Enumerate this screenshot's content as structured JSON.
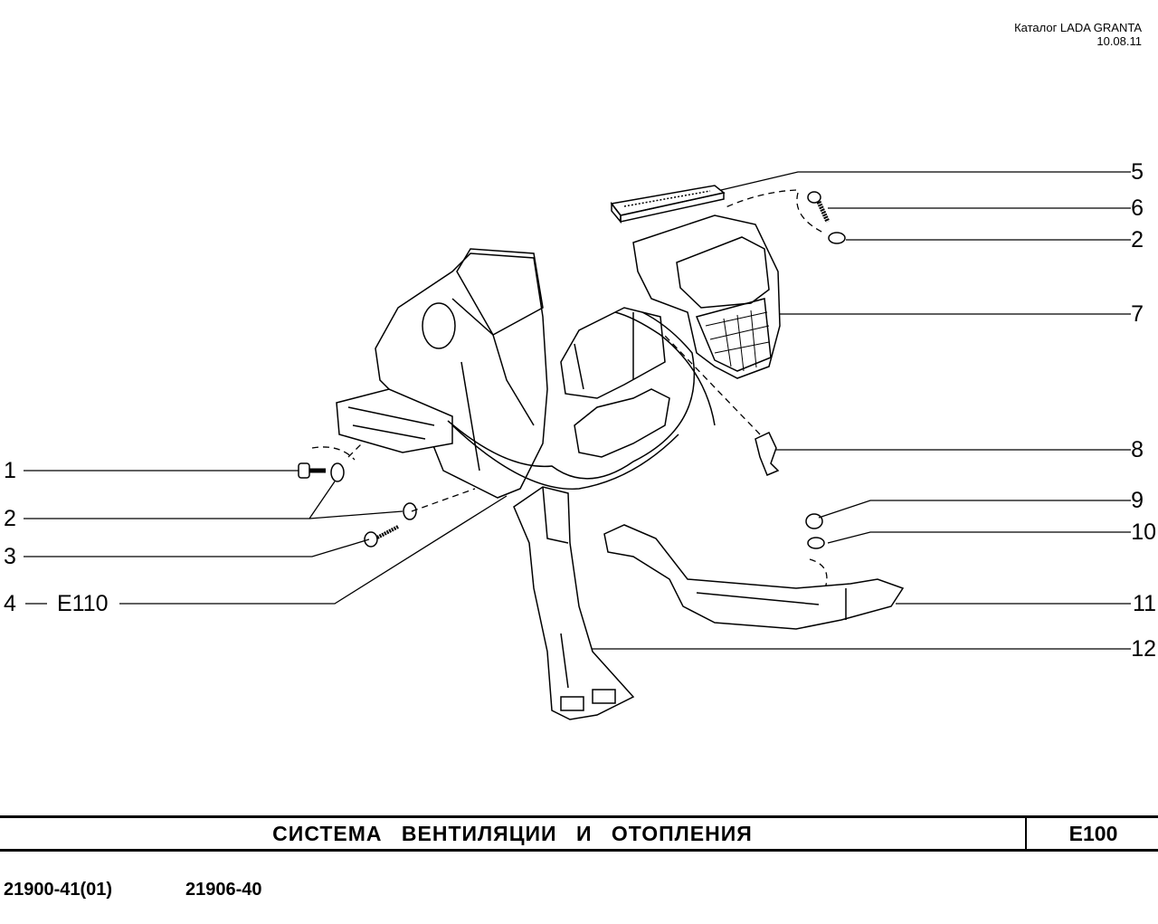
{
  "header": {
    "catalog": "Каталог LADA  GRANTA",
    "date": "10.08.11"
  },
  "callouts": {
    "right": [
      {
        "num": "5"
      },
      {
        "num": "6"
      },
      {
        "num": "2"
      },
      {
        "num": "7"
      },
      {
        "num": "8"
      },
      {
        "num": "9"
      },
      {
        "num": "10"
      },
      {
        "num": "11"
      },
      {
        "num": "12"
      }
    ],
    "left": [
      {
        "num": "1"
      },
      {
        "num": "2"
      },
      {
        "num": "3"
      },
      {
        "num": "4",
        "ref": "E110"
      }
    ]
  },
  "footer": {
    "title": "СИСТЕМА  ВЕНТИЛЯЦИИ  И  ОТОПЛЕНИЯ",
    "code": "E100",
    "models": [
      "21900-41(01)",
      "21906-40"
    ]
  }
}
